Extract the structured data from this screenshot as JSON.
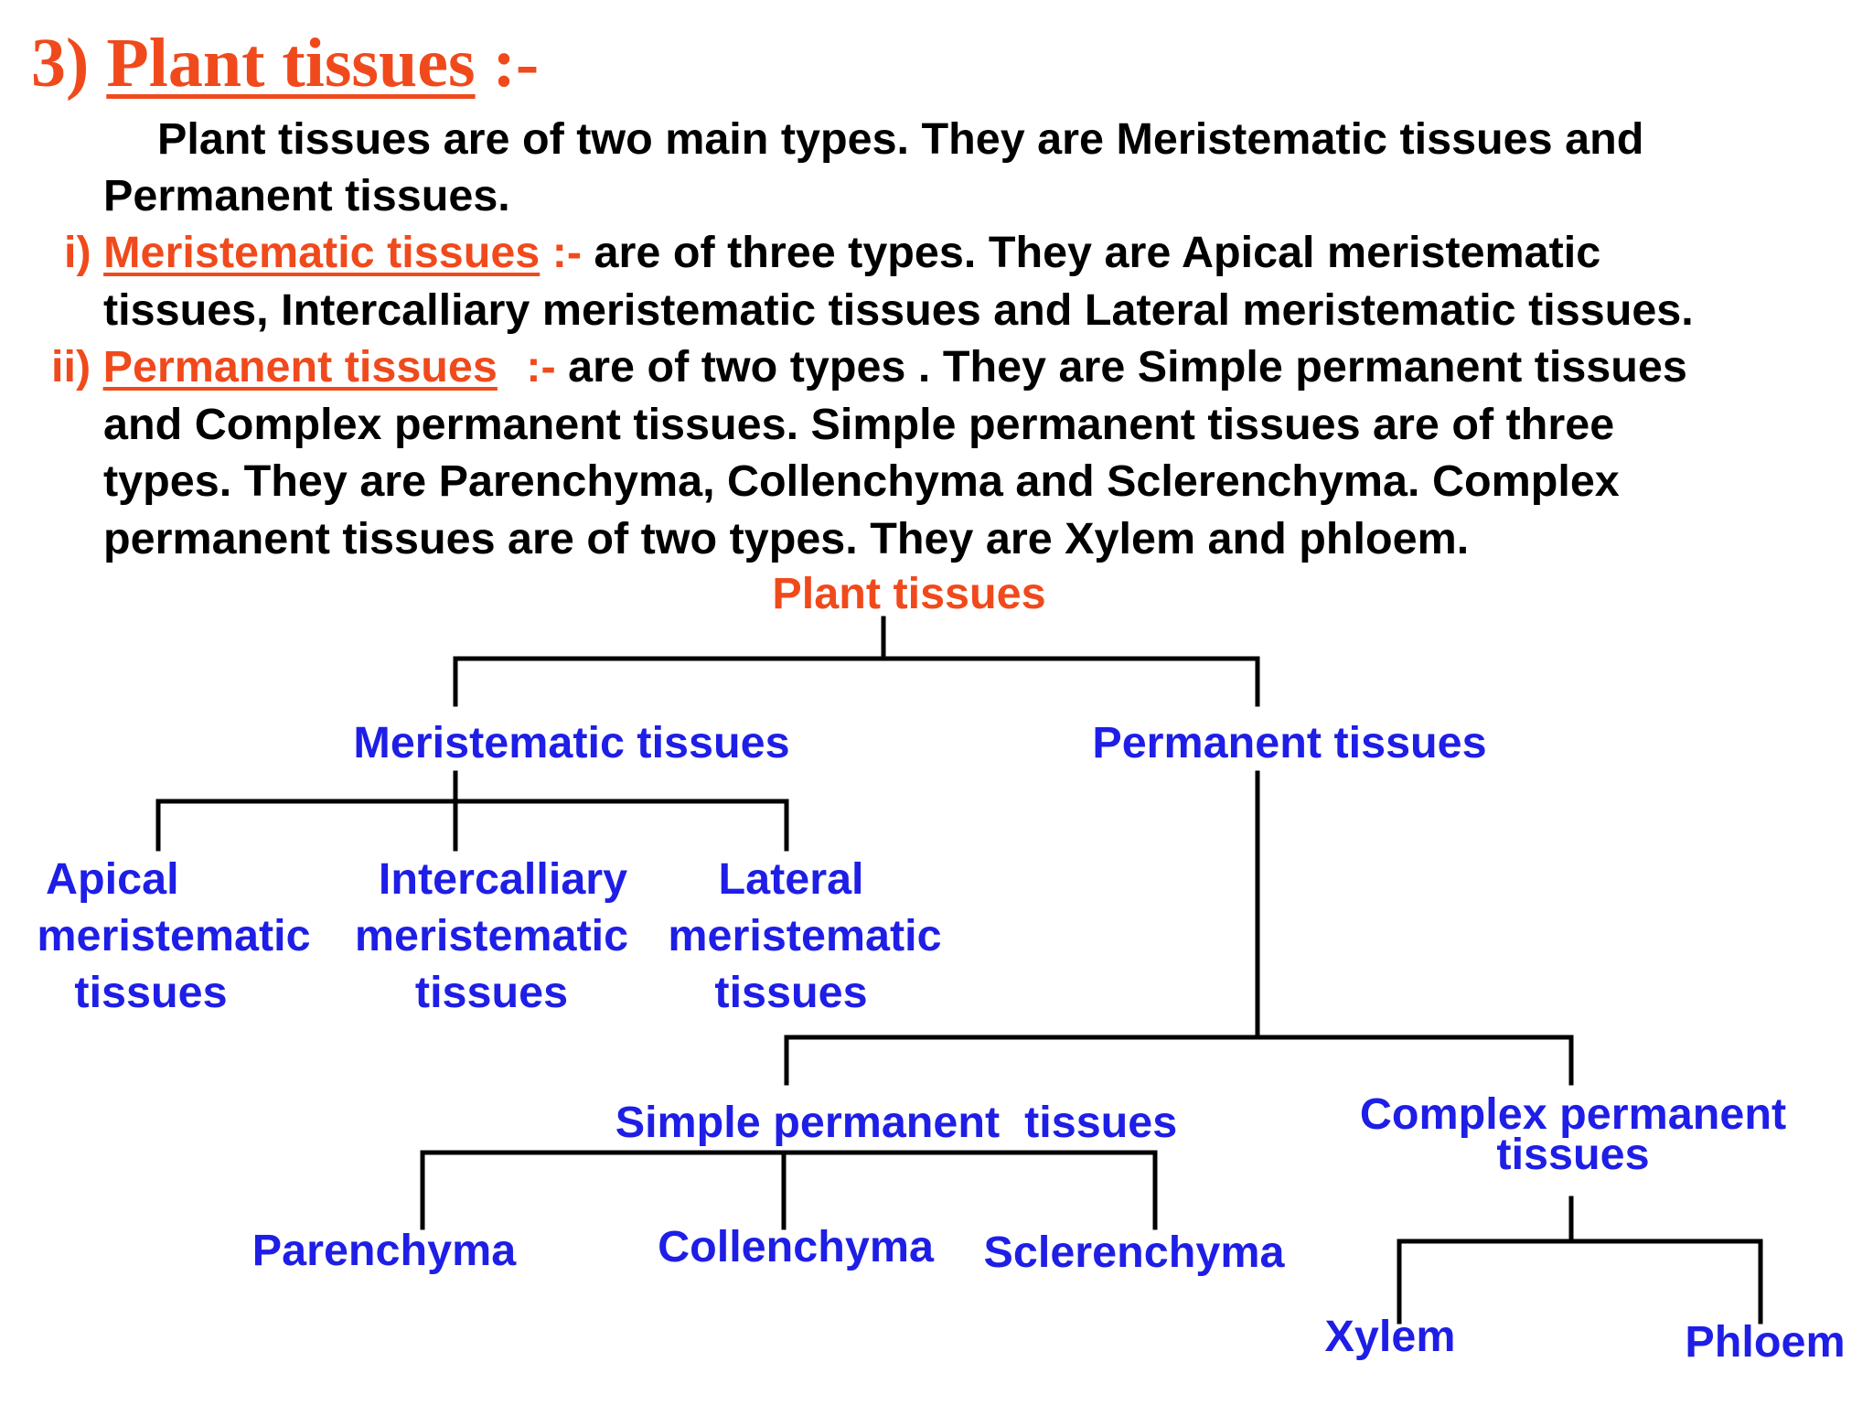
{
  "heading": {
    "number": "3)",
    "title": "Plant tissues",
    "suffix": ":-"
  },
  "intro": {
    "line1": "Plant tissues are of two main types. They are Meristematic tissues and",
    "line2": "Permanent tissues."
  },
  "meristematic_para": {
    "marker": "i)",
    "term": "Meristematic tissues",
    "sep": ":-",
    "line1_rest": "are of three types. They are Apical meristematic",
    "line2": "tissues, Intercalliary meristematic tissues and Lateral meristematic tissues."
  },
  "permanent_para": {
    "marker": "ii)",
    "term": "Permanent tissues",
    "sep": ":-",
    "line1_rest": "are of two types . They are Simple permanent tissues",
    "line2": "and Complex permanent tissues. Simple permanent tissues are of three",
    "line3": "types. They are Parenchyma, Collenchyma and Sclerenchyma. Complex",
    "line4": "permanent tissues are of two types. They are Xylem and phloem."
  },
  "tree": {
    "root": "Plant tissues",
    "meristematic": "Meristematic tissues",
    "permanent": "Permanent tissues",
    "apical": [
      "Apical",
      "meristematic",
      "tissues"
    ],
    "intercalliary": [
      "Intercalliary",
      "meristematic",
      "tissues"
    ],
    "lateral": [
      "Lateral",
      "meristematic",
      "tissues"
    ],
    "simple": "Simple permanent  tissues",
    "complex": [
      "Complex permanent",
      "tissues"
    ],
    "parenchyma": "Parenchyma",
    "collenchyma": "Collenchyma",
    "sclerenchyma": "Sclerenchyma",
    "xylem": "Xylem",
    "phloem": "Phloem"
  },
  "colors": {
    "accent": "#f04a1c",
    "node_text": "#1e1ee6",
    "text": "#000000",
    "connector": "#000000"
  }
}
